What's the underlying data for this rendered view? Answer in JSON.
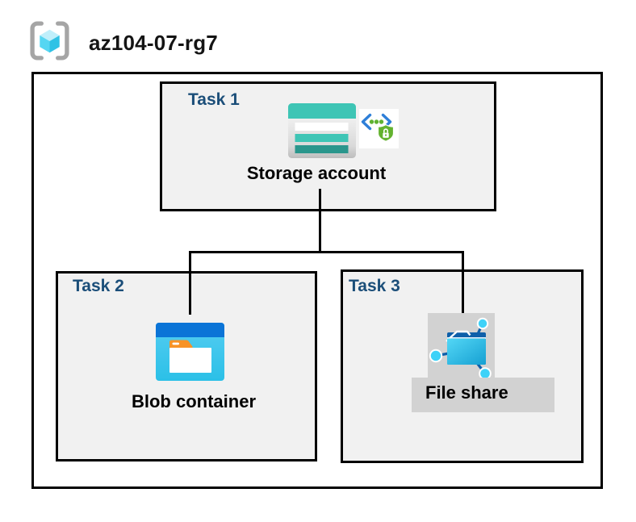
{
  "resource_group": {
    "name": "az104-07-rg7",
    "icon": "resource-group-icon"
  },
  "tasks": {
    "task1": {
      "label": "Task 1",
      "item_label": "Storage account",
      "icons": [
        "storage-account-icon",
        "secure-access-icon"
      ]
    },
    "task2": {
      "label": "Task 2",
      "item_label": "Blob container",
      "icons": [
        "blob-container-icon"
      ]
    },
    "task3": {
      "label": "Task 3",
      "item_label": "File share",
      "icons": [
        "file-share-icon"
      ]
    }
  },
  "connections": [
    {
      "from": "Storage account",
      "to": "Blob container"
    },
    {
      "from": "Storage account",
      "to": "File share"
    }
  ],
  "colors": {
    "task_label": "#1b4e79",
    "box_fill": "#f1f1f1",
    "box_border": "#000000",
    "connector": "#000000",
    "selection_gray": "#d2d2d2",
    "storage_teal": "#3ec5b5",
    "storage_teal_dark": "#2a968c",
    "blob_blue": "#0b74d7",
    "blob_cyan": "#3cc4ec",
    "folder_tab_orange": "#f79327",
    "file_share_blue": "#0e5fa9",
    "file_share_cyan": "#3ed2f8",
    "shield_green": "#63b22f",
    "bracket_blue": "#2e7fd8",
    "dot_green": "#5fb232",
    "rg_bracket_gray": "#a5a5a5",
    "rg_cube_top": "#bfeffb",
    "rg_cube_left": "#55d6f2",
    "rg_cube_right": "#2fc2e5"
  }
}
